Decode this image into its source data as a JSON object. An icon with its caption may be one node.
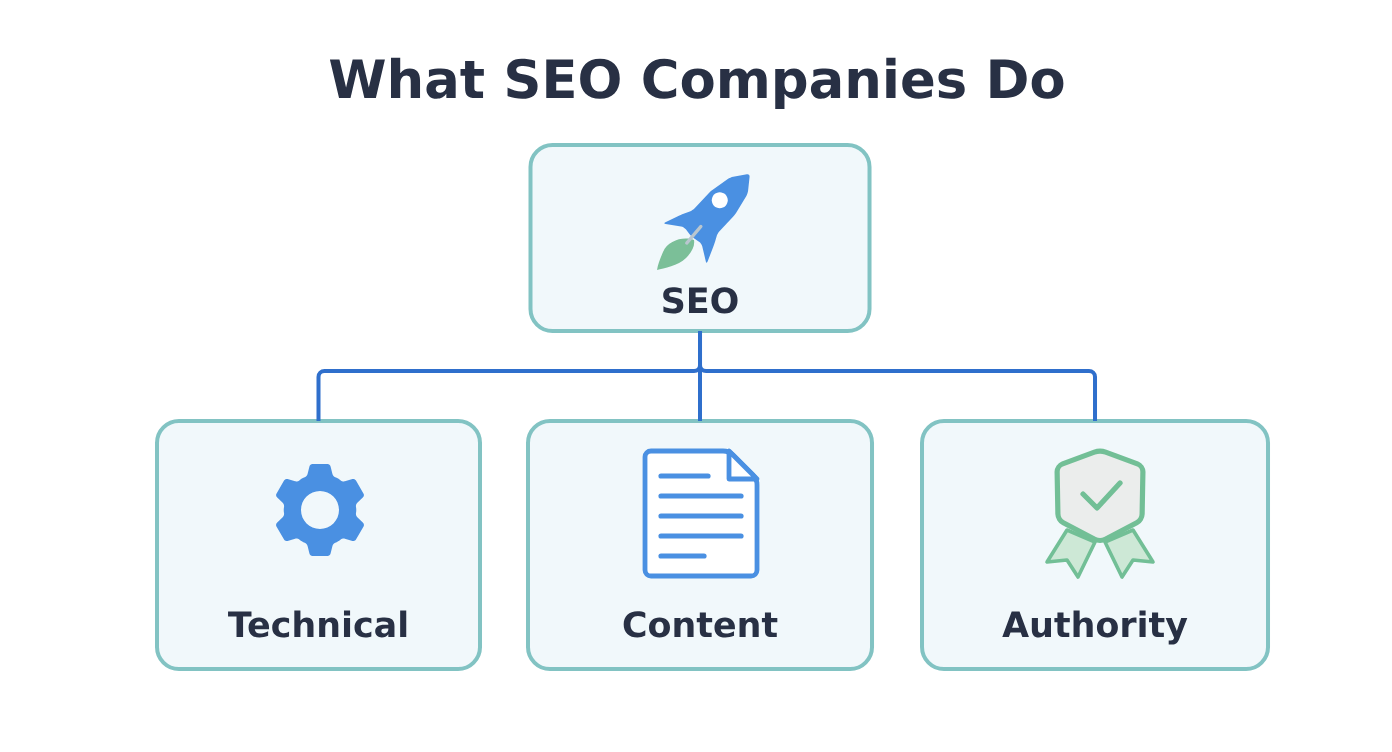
{
  "diagram": {
    "title": "What SEO Companies Do",
    "nodes": [
      {
        "text": [
          "SEO"
        ]
      },
      {
        "text": [
          "Technical"
        ]
      },
      {
        "text": [
          "Content"
        ]
      },
      {
        "text": [
          "Authority"
        ]
      }
    ],
    "edges": [
      {
        "from": 0,
        "to": 1,
        "arrow": "none"
      },
      {
        "from": 0,
        "to": 2,
        "arrow": "none"
      },
      {
        "from": 0,
        "to": 3,
        "arrow": "none"
      }
    ]
  }
}
